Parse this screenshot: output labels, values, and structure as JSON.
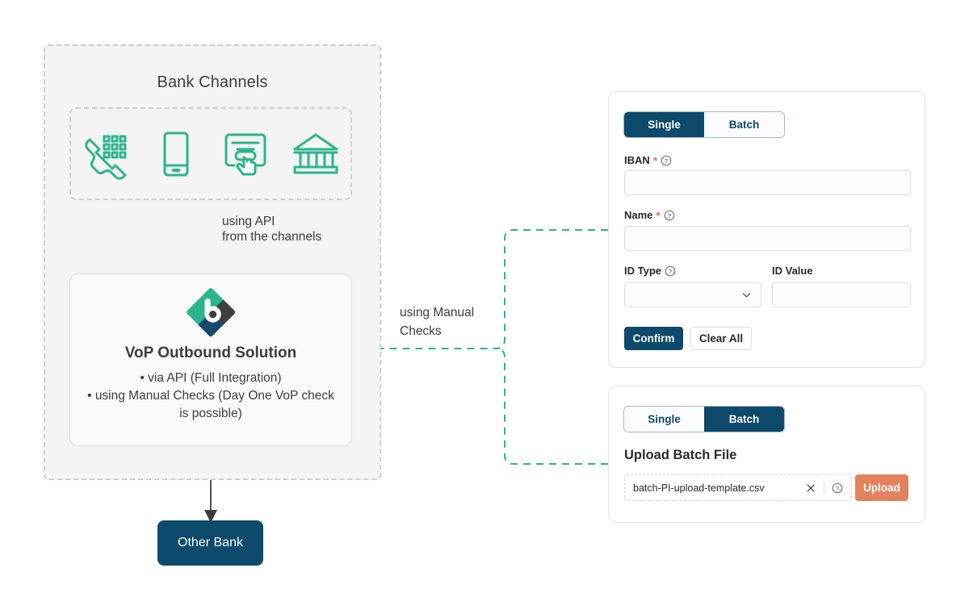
{
  "diagram": {
    "bank_channels": {
      "title": "Bank Channels",
      "icons": [
        {
          "name": "phone-keypad-icon",
          "label": "Call Center"
        },
        {
          "name": "mobile-phone-icon",
          "label": "Mobile Banking"
        },
        {
          "name": "online-banking-click-icon",
          "label": "Online Banking"
        },
        {
          "name": "bank-branch-icon",
          "label": "Branch"
        }
      ]
    },
    "api_arrow_label": "using API\nfrom the channels",
    "manual_arrow_label": "using Manual\nChecks",
    "vop_card": {
      "logo_name": "vop-brand-logo",
      "title": "VoP Outbound Solution",
      "bullets": [
        "via API (Full Integration)",
        "using Manual Checks (Day One VoP check is possible)"
      ]
    },
    "other_bank_label": "Other Bank"
  },
  "single_panel": {
    "tabs": [
      {
        "label": "Single",
        "active": true
      },
      {
        "label": "Batch",
        "active": false
      }
    ],
    "fields": {
      "iban": {
        "label": "IBAN",
        "required_marker": "*",
        "value": "",
        "placeholder": ""
      },
      "name": {
        "label": "Name",
        "required_marker": "*",
        "value": "",
        "placeholder": ""
      },
      "id_type": {
        "label": "ID Type",
        "selected": "",
        "options": []
      },
      "id_value": {
        "label": "ID Value",
        "value": "",
        "placeholder": ""
      }
    },
    "buttons": {
      "confirm": "Confirm",
      "clear_all": "Clear All"
    }
  },
  "batch_panel": {
    "tabs": [
      {
        "label": "Single",
        "active": false
      },
      {
        "label": "Batch",
        "active": true
      }
    ],
    "heading": "Upload Batch File",
    "file_name": "batch-PI-upload-template.csv",
    "upload_button": "Upload"
  },
  "colors": {
    "brand_navy": "#0d4a6b",
    "brand_green": "#2bb58b",
    "accent_orange": "#e5825e",
    "required_star": "#e8734a",
    "panel_bg": "#f4f4f4",
    "dashed_gray": "#cfcfcf",
    "text_dark": "#3d3d3d"
  }
}
